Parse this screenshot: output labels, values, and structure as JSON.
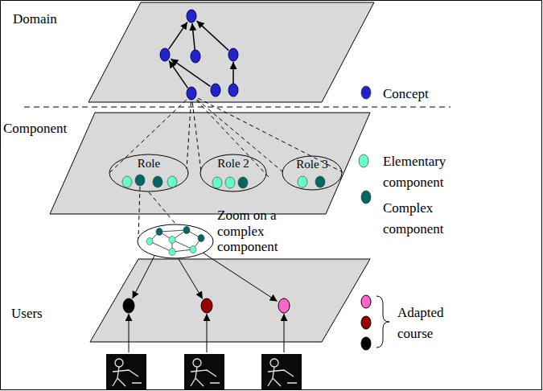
{
  "diagram": {
    "nodes": [
      {
        "text": [
          "Domain"
        ]
      },
      {
        "text": [
          "Component"
        ]
      },
      {
        "text": [
          "Role"
        ],
        "in": 1
      },
      {
        "text": [
          "Role 2"
        ],
        "in": 1
      },
      {
        "text": [
          "Role 3"
        ],
        "in": 1
      },
      {
        "text": [
          "Zoom on a complex component"
        ]
      },
      {
        "text": [
          "Users"
        ]
      }
    ],
    "edges": [
      {
        "from": 2,
        "to": 5,
        "arrow": "none"
      }
    ],
    "legend": [
      {
        "text": "Concept",
        "color": "#2323c8"
      },
      {
        "text": "Elementary component",
        "color": "#66ffcc"
      },
      {
        "text": "Complex component",
        "color": "#006666"
      },
      {
        "text": "Adapted course"
      }
    ]
  }
}
